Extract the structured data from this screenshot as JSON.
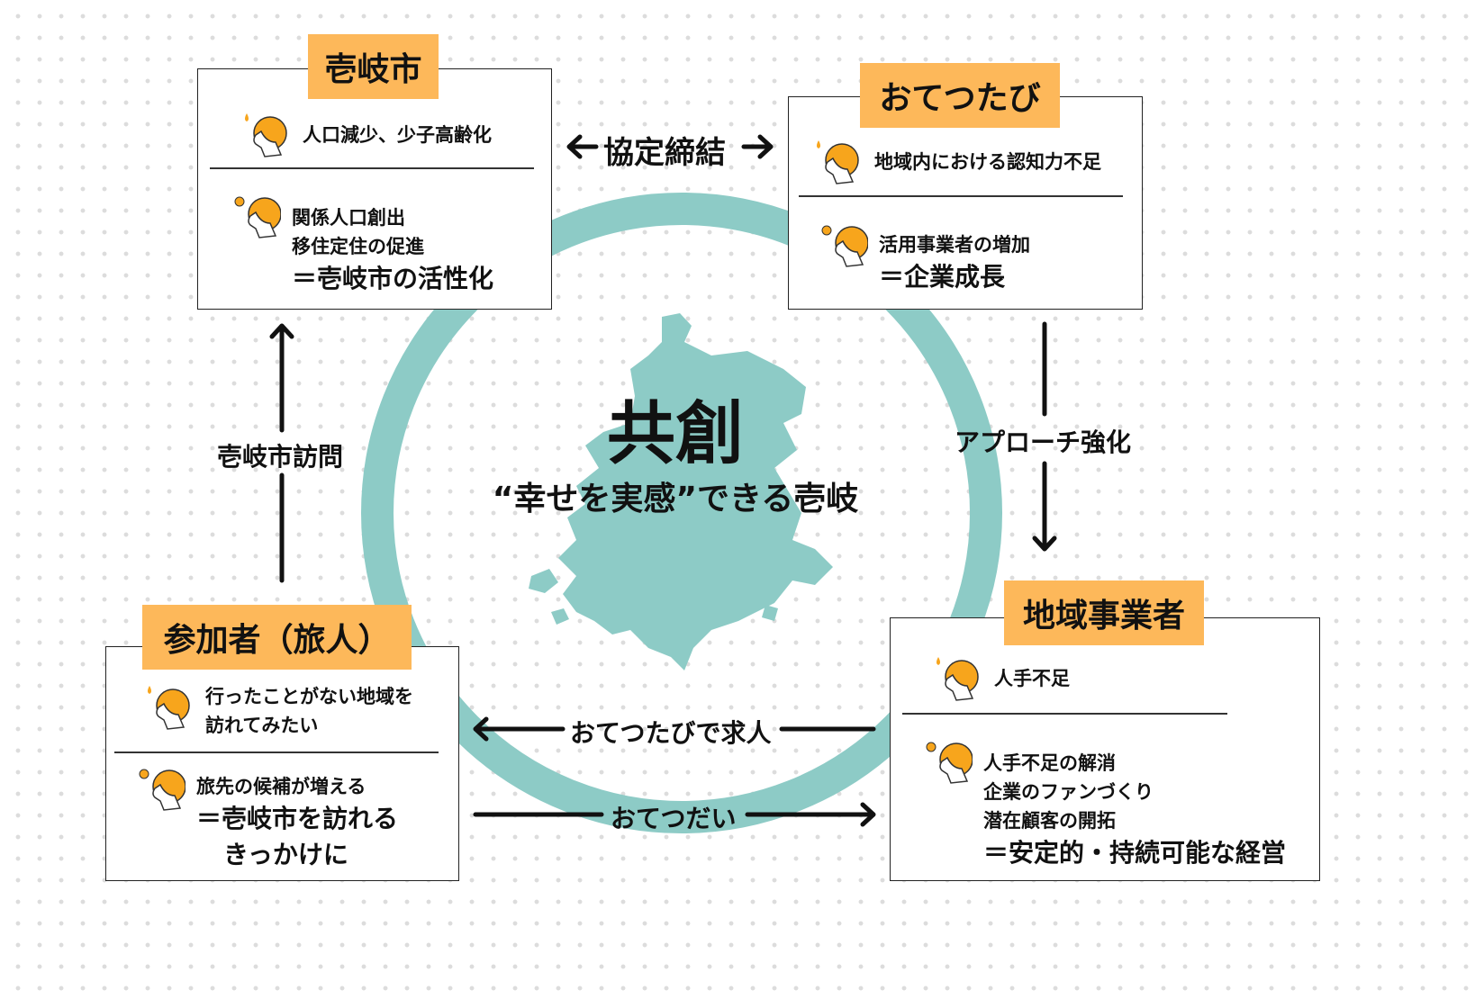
{
  "center": {
    "title": "共創",
    "subtitle": "“幸せを実感”できる壱岐"
  },
  "colors": {
    "ring": "#8dcbc6",
    "tag": "#fdb85a"
  },
  "iki": {
    "tag": "壱岐市",
    "problem": "人口減少、少子高齢化",
    "solution": [
      "関係人口創出",
      "移住定住の促進"
    ],
    "result": "＝壱岐市の活性化"
  },
  "otetsutabi": {
    "tag": "おてつたび",
    "problem": "地域内における認知力不足",
    "solution": [
      "活用事業者の増加"
    ],
    "result": "＝企業成長"
  },
  "participants": {
    "tag": "参加者（旅人）",
    "problem": [
      "行ったことがない地域を",
      "訪れてみたい"
    ],
    "solution": [
      "旅先の候補が増える"
    ],
    "result": [
      "＝壱岐市を訪れる",
      "きっかけに"
    ]
  },
  "business": {
    "tag": "地域事業者",
    "problem": "人手不足",
    "solution": [
      "人手不足の解消",
      "企業のファンづくり",
      "潜在顧客の開拓"
    ],
    "result": "＝安定的・持続可能な経営"
  },
  "arrows": {
    "agreement": "協定締結",
    "approach": "アプローチ強化",
    "recruit": "おてつたびで求人",
    "help": "おてつだい",
    "visit": "壱岐市訪問"
  }
}
